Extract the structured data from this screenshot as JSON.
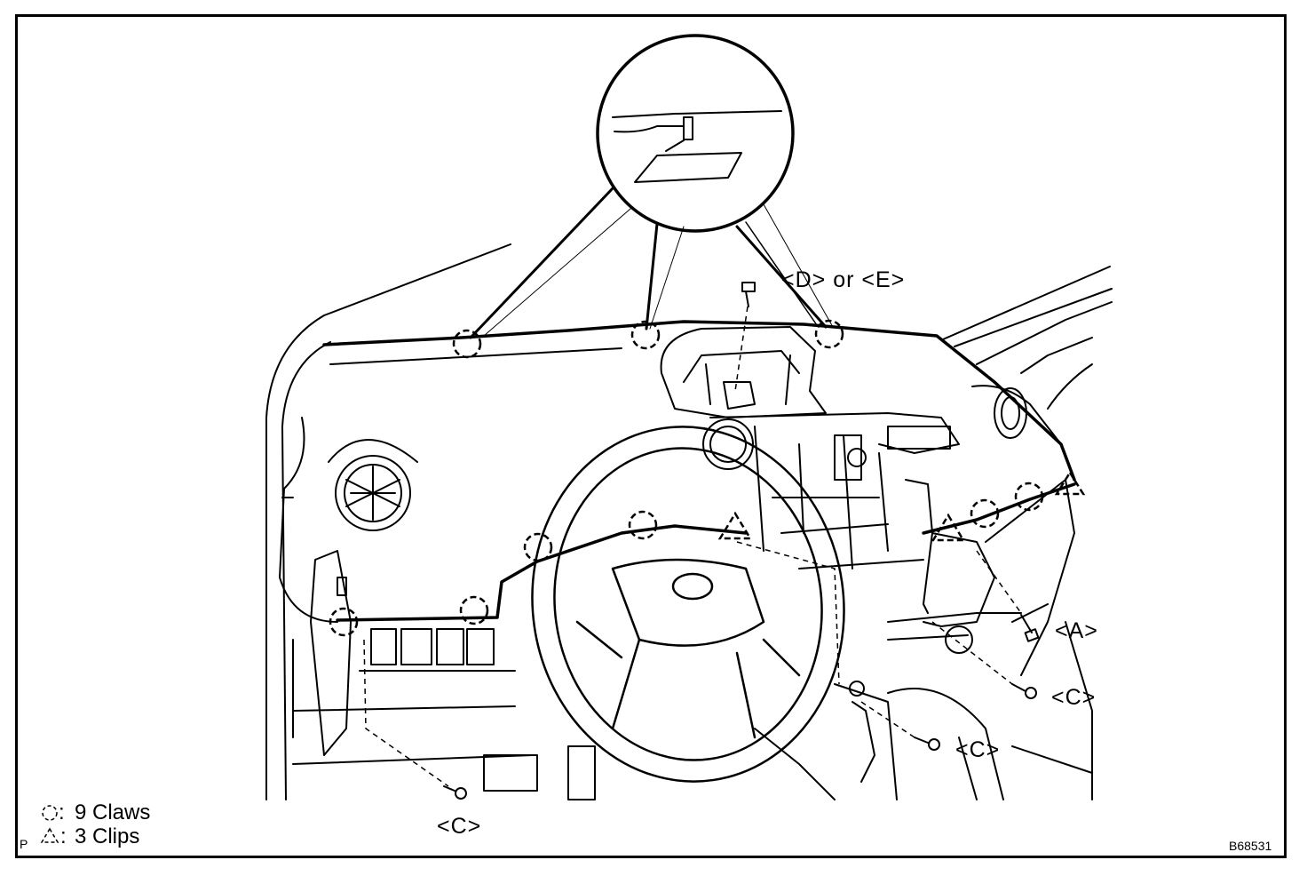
{
  "callouts": {
    "d_or_e": "<D> or <E>",
    "a": "<A>",
    "c_right_upper": "<C>",
    "c_right_lower": "<C>",
    "c_left": "<C>"
  },
  "legend": {
    "claws": "9 Claws",
    "clips": "3 Clips",
    "claw_sep": ":",
    "clip_sep": ":"
  },
  "corner_mark": "P",
  "figure_id": "B68531",
  "icons": [
    "claw-circle-icon",
    "clip-triangle-icon",
    "bolt-icon",
    "screw-icon"
  ]
}
